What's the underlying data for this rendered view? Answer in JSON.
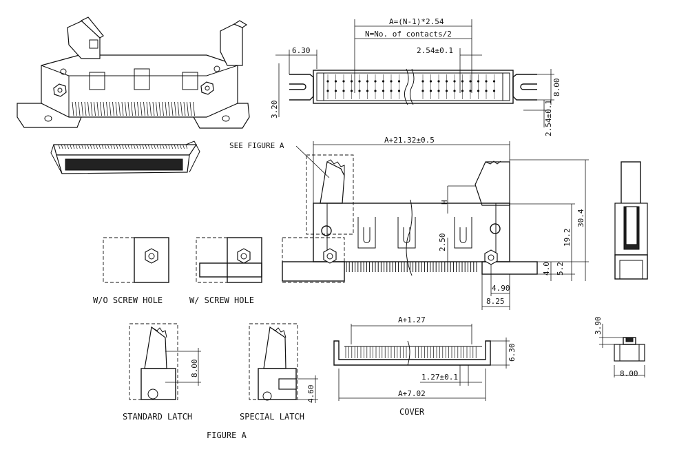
{
  "labels": {
    "formula_pitch": "A=(N-1)*2.54",
    "formula_contacts": "N=No. of contacts/2",
    "dim_630_top": "6.30",
    "dim_254_pitch": "2.54±0.1",
    "dim_800_right": "8.00",
    "dim_320": "3.20",
    "dim_254_vertical": "2.54±0.1",
    "see_figure_a": "SEE FIGURE A",
    "dim_a_2132": "A+21.32±0.5",
    "dim_h": "H",
    "dim_250": "2.50",
    "dim_192": "19.2",
    "dim_304": "30.4",
    "dim_40": "4.0",
    "dim_52": "5.2",
    "dim_490": "4.90",
    "dim_825": "8.25",
    "wo_screw_hole": "W/O SCREW HOLE",
    "w_screw_hole": "W/ SCREW HOLE",
    "dim_a_127": "A+1.27",
    "dim_630_cover": "6.30",
    "dim_127_pitch": "1.27±0.1",
    "dim_a_702": "A+7.02",
    "cover": "COVER",
    "dim_800_std": "8.00",
    "dim_460": "4.60",
    "standard_latch": "STANDARD LATCH",
    "special_latch": "SPECIAL LATCH",
    "figure_a": "FIGURE A",
    "dim_390": "3.90",
    "dim_800_small": "8.00"
  }
}
